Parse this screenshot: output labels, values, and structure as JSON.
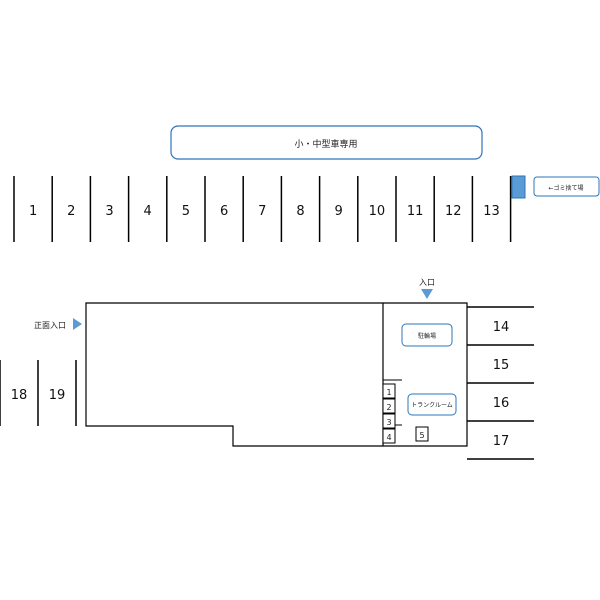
{
  "banner": {
    "label": "小・中型車専用"
  },
  "top_row": {
    "spaces": [
      "1",
      "2",
      "3",
      "4",
      "5",
      "6",
      "7",
      "8",
      "9",
      "10",
      "11",
      "12",
      "13"
    ],
    "trash_label": "←ゴミ捨て場"
  },
  "building": {
    "main_entrance_label": "正面入口",
    "entrance_label": "入口",
    "bike_parking_label": "駐輪場",
    "trunk_room_label": "トランクルーム",
    "lockers": [
      "1",
      "2",
      "3",
      "4"
    ],
    "locker_5": "5"
  },
  "right_row": {
    "spaces": [
      "14",
      "15",
      "16",
      "17"
    ]
  },
  "left_row": {
    "spaces": [
      "18",
      "19"
    ]
  },
  "colors": {
    "accent": "#2e75b6",
    "marker": "#5b9bd5",
    "line": "#000000"
  }
}
